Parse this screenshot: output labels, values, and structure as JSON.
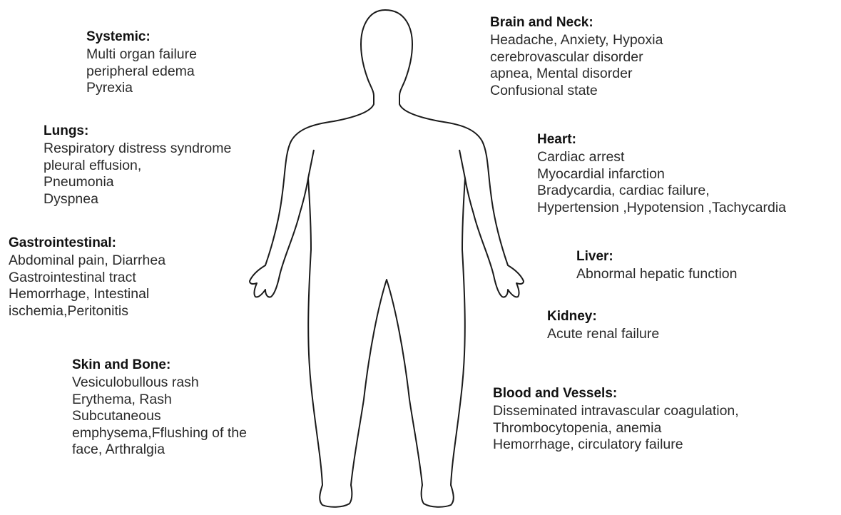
{
  "groups": {
    "systemic": {
      "title": "Systemic:",
      "lines": [
        "Multi organ failure",
        "peripheral edema",
        "Pyrexia"
      ]
    },
    "lungs": {
      "title": "Lungs:",
      "lines": [
        "Respiratory distress syndrome",
        "pleural effusion,",
        "Pneumonia",
        "Dyspnea"
      ]
    },
    "gastrointestinal": {
      "title": "Gastrointestinal:",
      "lines": [
        "Abdominal pain, Diarrhea",
        "Gastrointestinal tract",
        "Hemorrhage, Intestinal",
        "ischemia,Peritonitis"
      ]
    },
    "skin_bone": {
      "title": "Skin and Bone:",
      "lines": [
        "Vesiculobullous rash",
        "Erythema, Rash",
        "Subcutaneous",
        "emphysema,Fflushing of the",
        "face, Arthralgia"
      ]
    },
    "brain_neck": {
      "title": "Brain and Neck:",
      "lines": [
        "Headache, Anxiety, Hypoxia",
        "cerebrovascular disorder",
        "apnea, Mental disorder",
        "Confusional state"
      ]
    },
    "heart": {
      "title": "Heart:",
      "lines": [
        "Cardiac arrest",
        "Myocardial infarction",
        "Bradycardia, cardiac failure,",
        "Hypertension ,Hypotension ,Tachycardia"
      ]
    },
    "liver": {
      "title": "Liver:",
      "lines": [
        "Abnormal hepatic function"
      ]
    },
    "kidney": {
      "title": "Kidney:",
      "lines": [
        "Acute renal failure"
      ]
    },
    "blood_vessels": {
      "title": "Blood and Vessels:",
      "lines": [
        "Disseminated intravascular coagulation,",
        "Thrombocytopenia, anemia",
        "Hemorrhage, circulatory failure"
      ]
    }
  },
  "figure": {
    "outline_color": "#1a1a1a"
  }
}
